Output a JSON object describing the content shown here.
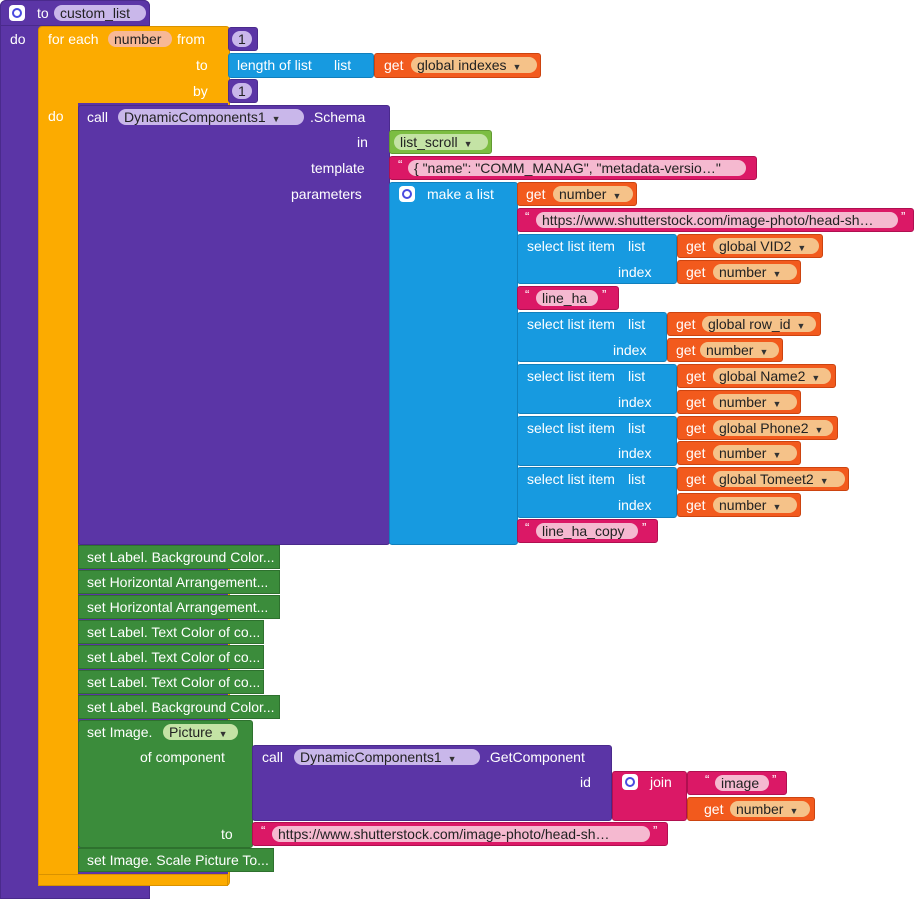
{
  "procedure": {
    "keyword_to": "to",
    "name": "custom_list",
    "do": "do"
  },
  "for_each": {
    "label": "for each",
    "var": "number",
    "from": "from",
    "from_val": "1",
    "to": "to",
    "by": "by",
    "by_val": "1",
    "do": "do"
  },
  "length_of_list": {
    "label": "length of list",
    "list": "list",
    "get": "get",
    "var": "global indexes"
  },
  "schema_call": {
    "call": "call",
    "component": "DynamicComponents1",
    "method": ".Schema",
    "in": "in",
    "in_val": "list_scroll",
    "template": "template",
    "template_val": "{      \"name\": \"COMM_MANAG\",      \"metadata-versio…\"",
    "parameters": "parameters"
  },
  "make_list": {
    "label": "make a list"
  },
  "items": {
    "get": "get",
    "number": "number",
    "url": "https://www.shutterstock.com/image-photo/head-sh…",
    "select": "select list item",
    "list": "list",
    "index": "index",
    "vid2": "global VID2",
    "line_ha": "line_ha",
    "row_id": "global row_id",
    "name2": "global Name2",
    "phone2": "global Phone2",
    "tomeet2": "global Tomeet2",
    "line_ha_copy": "line_ha_copy"
  },
  "setters": [
    "set Label. Background Color...",
    "set Horizontal Arrangement...",
    "set Horizontal Arrangement...",
    "set Label. Text Color of co...",
    "set Label. Text Color of co...",
    "set Label. Text Color of co...",
    "set Label. Background Color..."
  ],
  "set_image": {
    "label": "set Image.",
    "prop": "Picture",
    "of_component": "of component",
    "to": "to",
    "call": "call",
    "component": "DynamicComponents1",
    "method": ".GetComponent",
    "id": "id",
    "join": "join",
    "image": "image",
    "get": "get",
    "number": "number",
    "url": "https://www.shutterstock.com/image-photo/head-sh…"
  },
  "scale": {
    "label": "set Image. Scale Picture To..."
  }
}
